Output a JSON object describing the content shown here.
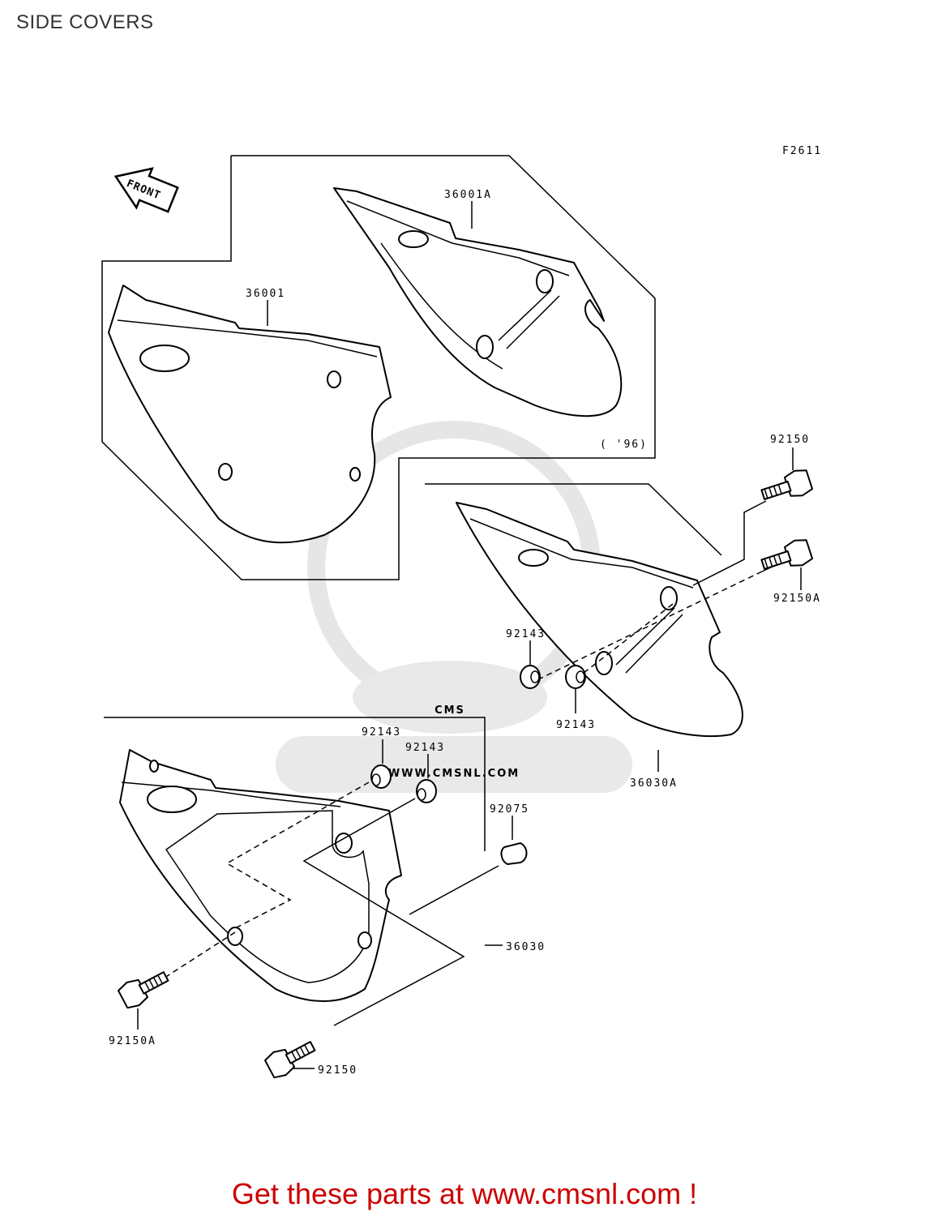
{
  "page": {
    "title": "SIDE COVERS",
    "figure_code": "F2611",
    "front_label": "FRONT",
    "year_note": "( '96)",
    "watermark_url": "WWW.CMSNL.COM",
    "watermark_logo": "CMS",
    "cta": "Get these parts at www.cmsnl.com !",
    "cta_color": "#cc0000",
    "line_color": "#000000",
    "watermark_color": "#e6e6e6"
  },
  "callouts": {
    "c36001A": "36001A",
    "c36001": "36001",
    "c92150_top": "92150",
    "c92150A_right": "92150A",
    "c92143_mid_top": "92143",
    "c92143_mid_bottom": "92143",
    "c36030A": "36030A",
    "c92143_low_1": "92143",
    "c92143_low_2": "92143",
    "c92075": "92075",
    "c36030": "36030",
    "c92150A_left": "92150A",
    "c92150_bottom": "92150"
  }
}
